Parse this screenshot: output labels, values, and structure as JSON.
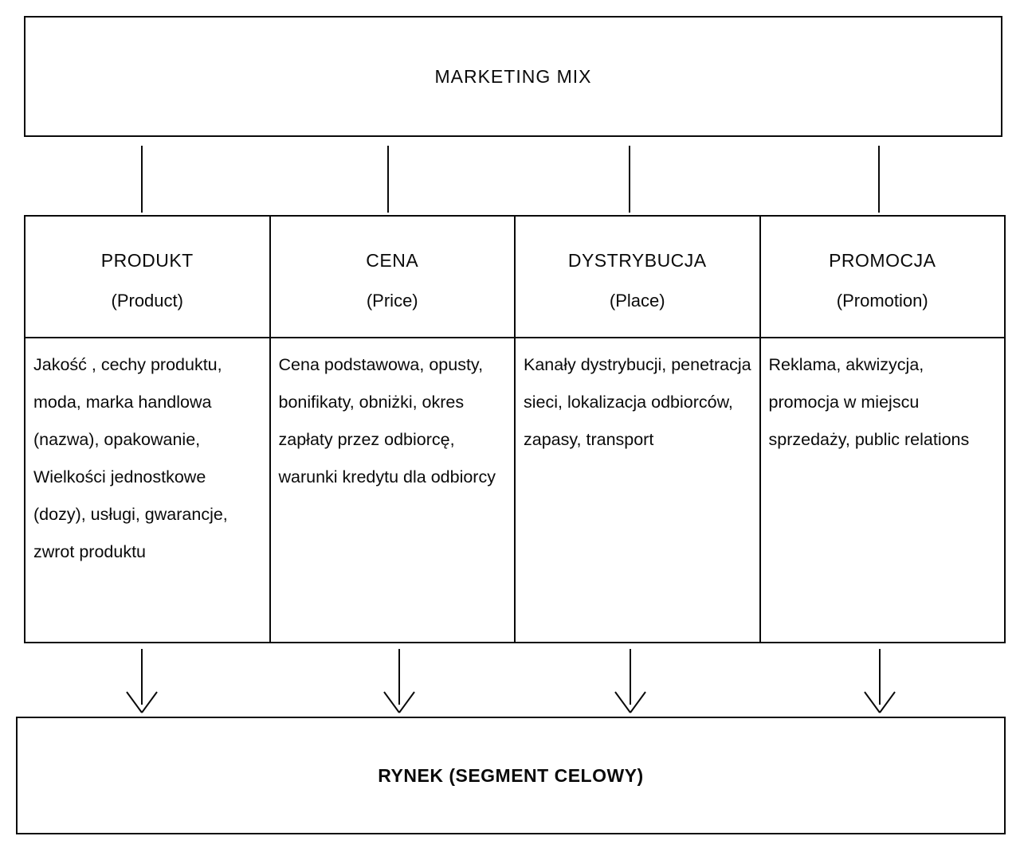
{
  "title": "MARKETING MIX",
  "columns": [
    {
      "title": "PRODUKT",
      "subtitle": "(Product)",
      "body": "Jakość , cechy produktu, moda, marka handlowa (nazwa), opakowanie, Wielkości jednostkowe (dozy), usługi, gwarancje, zwrot produktu"
    },
    {
      "title": "CENA",
      "subtitle": "(Price)",
      "body": "Cena podstawowa, opusty, bonifikaty, obniżki, okres zapłaty przez odbiorcę, warunki kredytu dla odbiorcy"
    },
    {
      "title": "DYSTRYBUCJA",
      "subtitle": "(Place)",
      "body": "Kanały dystrybucji, penetracja sieci, lokalizacja odbiorców, zapasy, transport"
    },
    {
      "title": "PROMOCJA",
      "subtitle": "(Promotion)",
      "body": "Reklama, akwizycja, promocja w miejscu sprzedaży, public relations"
    }
  ],
  "footer": "RYNEK (SEGMENT CELOWY)"
}
